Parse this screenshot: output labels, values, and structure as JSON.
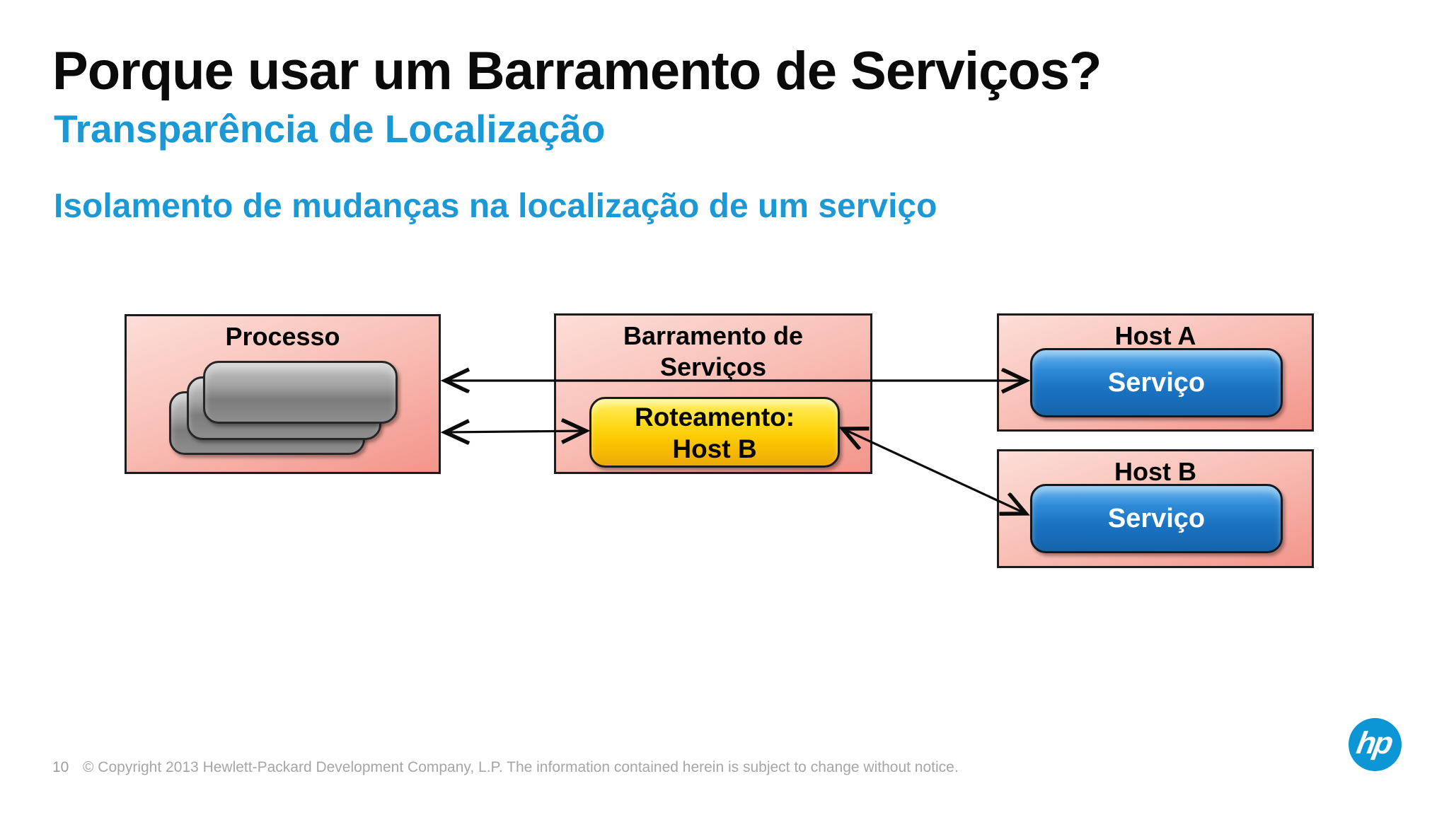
{
  "slide": {
    "title": "Porque usar um Barramento de Serviços?",
    "subtitle": "Transparência de Localização",
    "section_heading": "Isolamento de mudanças na localização de um serviço",
    "accent_blue": "#1a99d6"
  },
  "diagram": {
    "process_panel": {
      "label": "Processo"
    },
    "bus_panel": {
      "label_line1": "Barramento de",
      "label_line2": "Serviços"
    },
    "routing_box": {
      "label_line1": "Roteamento:",
      "label_line2": "Host B"
    },
    "host_a_panel": {
      "label": "Host A",
      "service_label": "Serviço"
    },
    "host_b_panel": {
      "label": "Host B",
      "service_label": "Serviço"
    },
    "colors": {
      "panel_pink_light": "#fcded8",
      "panel_pink_dark": "#f3948a",
      "service_blue": "#1b73c1",
      "routing_yellow": "#ffd91c",
      "instance_gray": "#8d8d8d",
      "connector_black": "#0b0b0b"
    }
  },
  "footer": {
    "page_number": "10",
    "copyright": "© Copyright 2013 Hewlett-Packard Development Company, L.P.  The information contained herein is subject to change without notice."
  },
  "logo": {
    "text": "hp"
  }
}
